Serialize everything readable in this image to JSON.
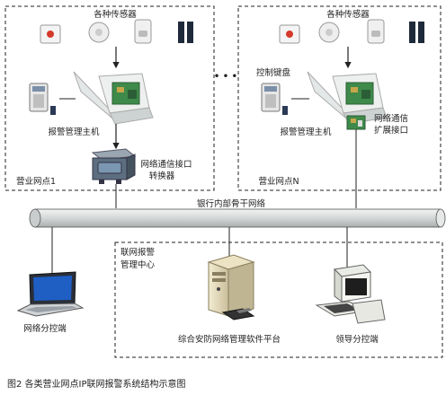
{
  "figure": {
    "caption": "图2  各类营业网点IP联网报警系统结构示意图"
  },
  "site1": {
    "sensors_label": "各种传感器",
    "host_label": "报警管理主机",
    "converter_label_line1": "网络通信接口",
    "converter_label_line2": "转换器",
    "site_label": "营业网点1"
  },
  "siteN": {
    "sensors_label": "各种传感器",
    "keyboard_label": "控制键盘",
    "host_label": "报警管理主机",
    "ext_label_line1": "网络通信",
    "ext_label_line2": "扩展接口",
    "site_label": "营业网点N"
  },
  "ellipsis": "• • •",
  "backbone_label": "银行内部骨干网络",
  "center": {
    "title_line1": "联网报警",
    "title_line2": "管理中心",
    "server_label": "综合安防网络管理软件平台",
    "leader_label": "领导分控端"
  },
  "remote_label": "网络分控端",
  "colors": {
    "pipe": "#d9dcdc",
    "box_border": "#222222",
    "panel_green": "#3e8a4a",
    "panel_body": "#e9ecec",
    "sensor_red": "#d43a2a"
  }
}
